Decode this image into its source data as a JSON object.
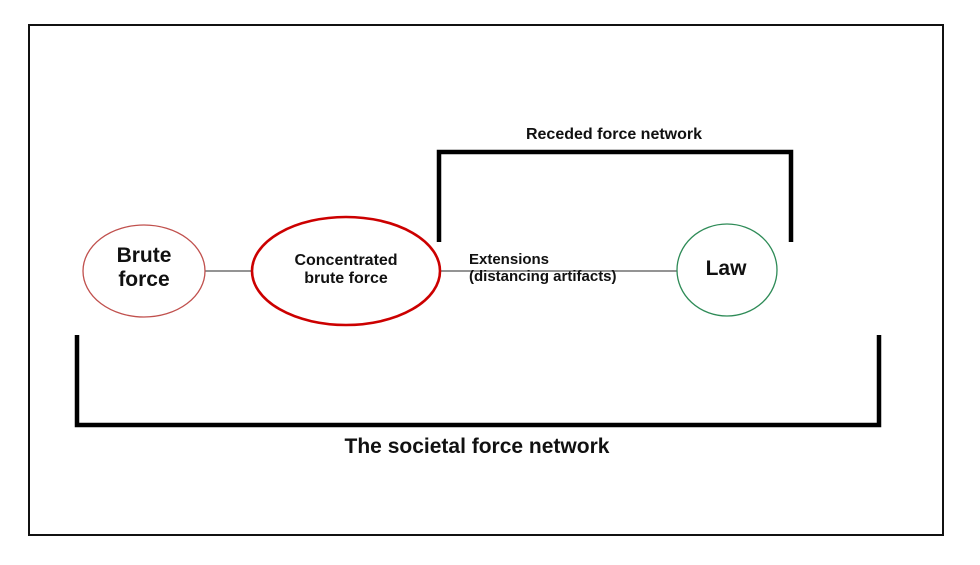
{
  "diagram": {
    "nodes": [
      {
        "id": "brute",
        "lines": [
          "Brute",
          "force"
        ],
        "color": "#c0504d"
      },
      {
        "id": "concentrated",
        "lines": [
          "Concentrated",
          "brute force"
        ],
        "color": "#cc0000"
      },
      {
        "id": "law",
        "lines": [
          "Law"
        ],
        "color": "#2e8b57"
      }
    ],
    "edge_label": [
      "Extensions",
      "(distancing artifacts)"
    ],
    "bracket_top_label": "Receded force network",
    "bracket_bottom_label": "The societal force network",
    "line_color": "#555555",
    "bracket_color": "#000000"
  }
}
